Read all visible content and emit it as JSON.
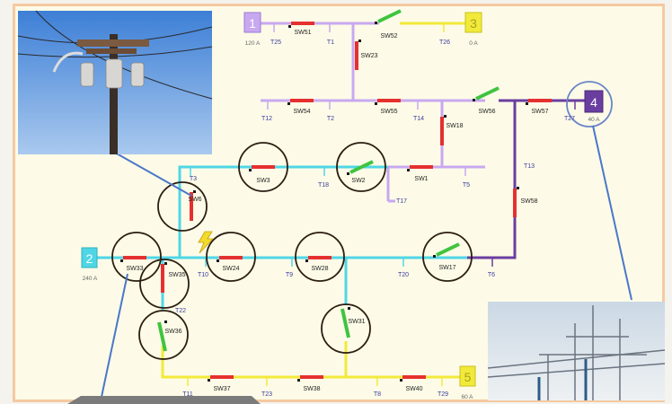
{
  "colors": {
    "bus1": "#c8a8f0",
    "bus2": "#4fd6e6",
    "bus3": "#f2ea3a",
    "bus4": "#6a3ea0",
    "switch_open": "#e53030",
    "switch_closed": "#3fc43f",
    "label": "#3a3aa0",
    "frame": "#f5c9a0",
    "background": "#fdfbe7",
    "pointer_line": "#4a78c8"
  },
  "sources": [
    {
      "id": "1",
      "current": "120 A",
      "color": "#c8a8f0"
    },
    {
      "id": "3",
      "current": "0 A",
      "color": "#f2ea3a"
    },
    {
      "id": "4",
      "current": "40 A",
      "color": "#6a3ea0"
    },
    {
      "id": "2",
      "current": "240 A",
      "color": "#4fd6e6"
    },
    {
      "id": "5",
      "current": "60 A",
      "color": "#f2ea3a"
    }
  ],
  "switches": [
    {
      "label": "SW51",
      "state": "open"
    },
    {
      "label": "SW52",
      "state": "closed"
    },
    {
      "label": "SW23",
      "state": "open"
    },
    {
      "label": "SW54",
      "state": "open"
    },
    {
      "label": "SW55",
      "state": "open"
    },
    {
      "label": "SW56",
      "state": "closed"
    },
    {
      "label": "SW57",
      "state": "open"
    },
    {
      "label": "SW18",
      "state": "open"
    },
    {
      "label": "SW58",
      "state": "open"
    },
    {
      "label": "SW3",
      "state": "open"
    },
    {
      "label": "SW2",
      "state": "closed"
    },
    {
      "label": "SW1",
      "state": "open"
    },
    {
      "label": "SW6",
      "state": "open"
    },
    {
      "label": "SW33",
      "state": "open"
    },
    {
      "label": "SW24",
      "state": "open"
    },
    {
      "label": "SW28",
      "state": "open"
    },
    {
      "label": "SW17",
      "state": "closed"
    },
    {
      "label": "SW35",
      "state": "open"
    },
    {
      "label": "SW36",
      "state": "closed"
    },
    {
      "label": "SW31",
      "state": "closed"
    },
    {
      "label": "SW37",
      "state": "open"
    },
    {
      "label": "SW38",
      "state": "open"
    },
    {
      "label": "SW40",
      "state": "open"
    }
  ],
  "terminals": [
    "T25",
    "T1",
    "T26",
    "T12",
    "T2",
    "T14",
    "T27",
    "T13",
    "T3",
    "T18",
    "T5",
    "T17",
    "T10",
    "T9",
    "T20",
    "T6",
    "T22",
    "T11",
    "T23",
    "T8",
    "T29"
  ],
  "icons": [
    "fault-lightning-icon",
    "pole-photo",
    "substation-photo"
  ]
}
